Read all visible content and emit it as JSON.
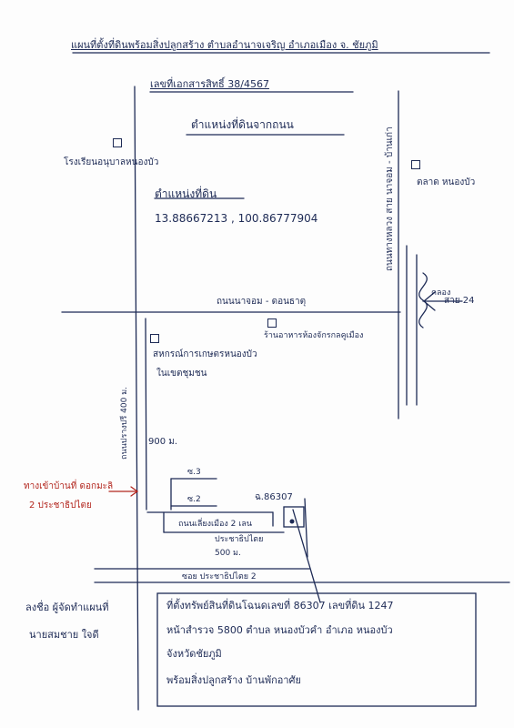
{
  "header": {
    "line1": "แผนที่ตั้งที่ดินพร้อมสิ่งปลูกสร้าง ตำบลอำนาจเจริญ อำเภอเมือง จ. ชัยภูมิ",
    "line2": "เลขที่เอกสารสิทธิ์ 38/4567",
    "location": "ตำแหน่งที่ดินจากถนน"
  },
  "roads": {
    "main_vertical": "ถนนทางหลวง สาย นาจอม - บ้านเก่า",
    "main_horizontal": "ถนนนาจอม - ดอนธาตุ",
    "left_vertical": "ถนนปรางปรี 400 ม.",
    "soi_label": "ซอย ประชาธิปไตย 2",
    "right_arrow": "สาย 24",
    "river": "คลอง"
  },
  "places": {
    "left_top": "โรงเรียนอนุบาลหนองบัว",
    "right_top": "ตลาด หนองบัว",
    "center": "ร้านอาหารห้องจักรกลคูเมือง",
    "left_mid_line1": "สหกรณ์การเกษตรหนองบัว",
    "left_mid_line2": "ในเขตชุมชน"
  },
  "coords": {
    "label": "ตำแหน่งที่ดิน",
    "value": "13.88667213 , 100.86777904"
  },
  "distances": {
    "left_road": "900 ม.",
    "bottom": "500 ม."
  },
  "plot": {
    "parcel_number": "ฉ.86307",
    "road_a": "ซ.3",
    "road_b": "ซ.2",
    "road_c": "ถนนเลี่ยงเมือง 2 เลน",
    "road_d": "ประชาธิปไตย"
  },
  "left_annotation": {
    "line1": "ทางเข้าบ้านที่ ดอกมะลิ",
    "line2": "2 ประชาธิปไตย"
  },
  "description": {
    "line1": "ที่ตั้งทรัพย์สินที่ดินโฉนดเลขที่ 86307 เลขที่ดิน 1247",
    "line2": "หน้าสำรวจ 5800 ตำบล หนองบัวคำ อำเภอ หนองบัว",
    "line3": "จังหวัดชัยภูมิ",
    "line4": "พร้อมสิ่งปลูกสร้าง บ้านพักอาศัย"
  },
  "signature": {
    "line1": "ลงชื่อ ผู้จัดทำแผนที่",
    "line2": "นายสมชาย ใจดี"
  }
}
